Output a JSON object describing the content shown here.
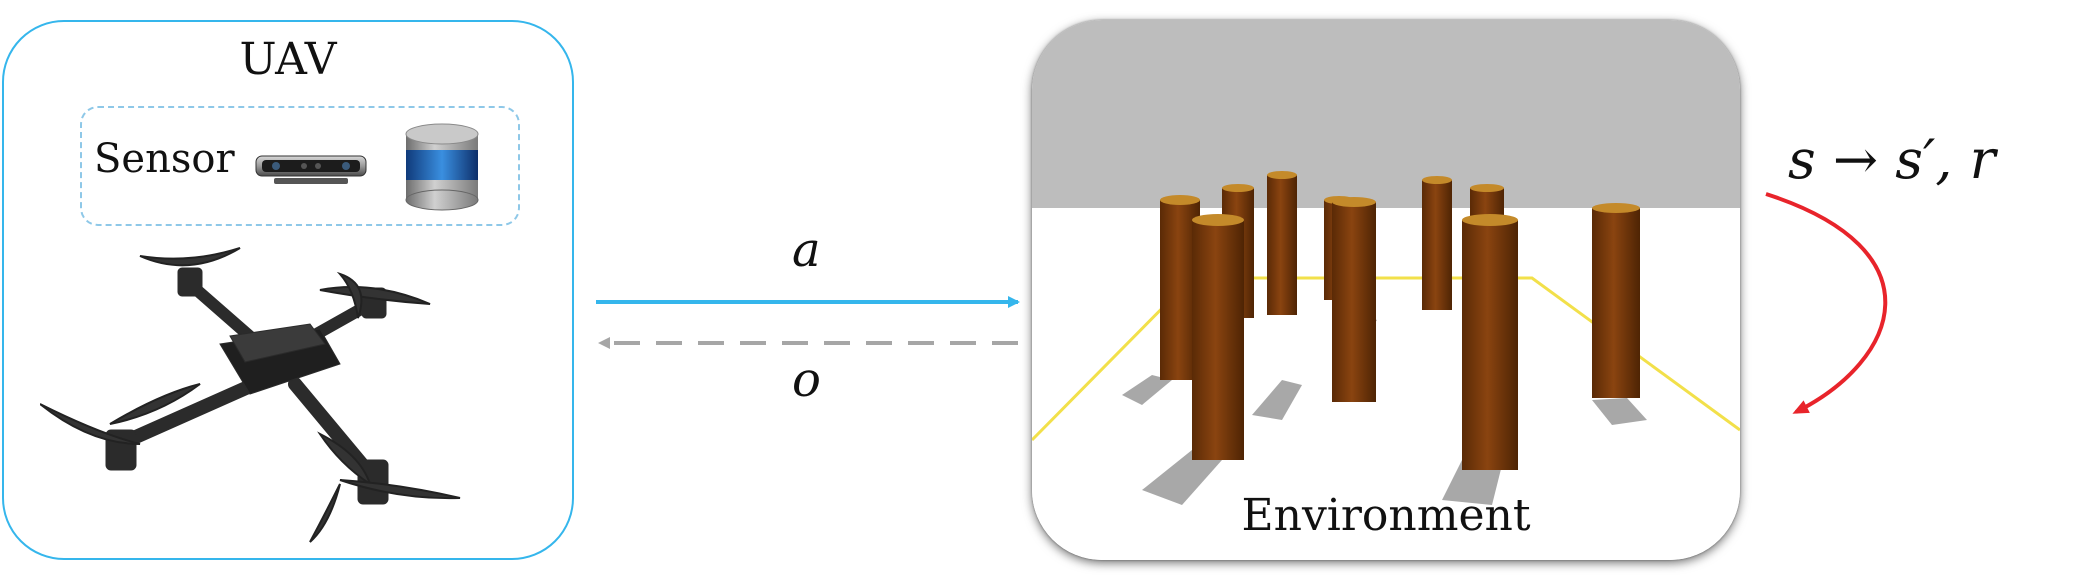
{
  "uav": {
    "title": "UAV",
    "sensor_label": "Sensor",
    "icons": [
      "depth-camera-icon",
      "lidar-icon",
      "quadcopter-drone-icon"
    ]
  },
  "environment": {
    "label": "Environment",
    "scene": "pillars-on-floor-scene"
  },
  "arrows": {
    "action_label": "a",
    "observation_label": "o",
    "transition_label": "s → s′, r"
  },
  "colors": {
    "uav_border": "#35b6ec",
    "action_arrow": "#35b6ec",
    "observation_arrow": "#a6a6a6",
    "transition_arrow": "#e8242b",
    "pillar": "#7a3a0a",
    "boundary_line": "#f2e04a",
    "sky": "#bdbdbd"
  }
}
